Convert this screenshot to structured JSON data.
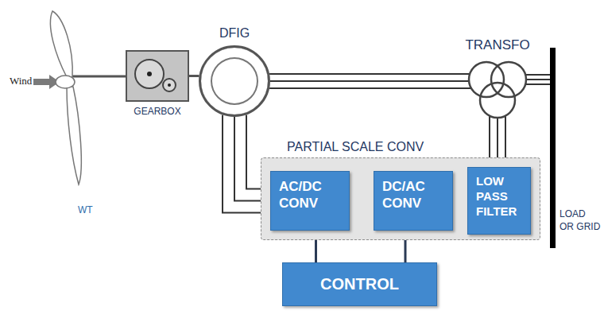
{
  "diagram": {
    "nodes": [
      {
        "text": [
          "GEARBOX"
        ]
      },
      {
        "text": [
          "DFIG"
        ]
      },
      {
        "text": [
          "TRANSFO"
        ]
      },
      {
        "text": [
          "PARTIAL SCALE CONV"
        ]
      },
      {
        "text": [
          "AC/DC CONV"
        ],
        "in": 3
      },
      {
        "text": [
          "DC/AC CONV"
        ],
        "in": 3
      },
      {
        "text": [
          "LOW PASS FILTER"
        ],
        "in": 3
      },
      {
        "text": [
          "CONTROL"
        ]
      }
    ],
    "edges": [
      {
        "from": 0,
        "to": 1,
        "arrow": "none"
      },
      {
        "from": 1,
        "to": 2,
        "arrow": "none"
      },
      {
        "from": 1,
        "to": 4,
        "arrow": "none"
      },
      {
        "from": 4,
        "to": 5,
        "arrow": "none"
      },
      {
        "from": 5,
        "to": 6,
        "arrow": "none"
      },
      {
        "from": 6,
        "to": 2,
        "arrow": "none"
      },
      {
        "from": 7,
        "to": 4,
        "arrow": "to"
      },
      {
        "from": 7,
        "to": 5,
        "arrow": "to"
      }
    ],
    "labels": [
      "Wind",
      "WT",
      "LOAD OR GRID"
    ]
  }
}
